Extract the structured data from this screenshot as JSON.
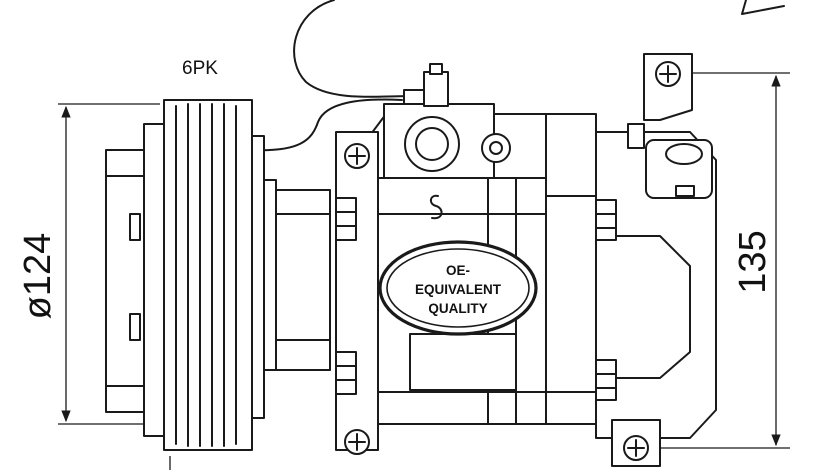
{
  "labels": {
    "belt_type": "6PK",
    "diameter": "ø124",
    "height": "135",
    "badge_line1": "OE-",
    "badge_line2": "EQUIVALENT",
    "badge_line3": "QUALITY"
  }
}
